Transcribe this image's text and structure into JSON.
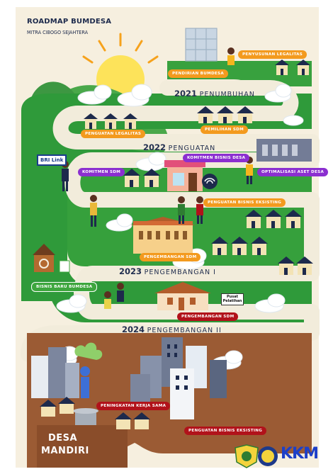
{
  "header": {
    "title": "ROADMAP BUMDESA",
    "subtitle": "MITRA CIBOGO SEJAHTERA"
  },
  "years": [
    {
      "year": "2021",
      "phase": "PENUMBUHAN"
    },
    {
      "year": "2022",
      "phase": "PENGUATAN"
    },
    {
      "year": "2023",
      "phase": "PENGEMBANGAN I"
    },
    {
      "year": "2024",
      "phase": "PENGEMBANGAN II"
    }
  ],
  "labels": {
    "penyusunan_legalitas": "PENYUSUNAN LEGALITAS",
    "pendirian_bumdesa": "PENDIRIAN BUMDESA",
    "penguatan_legalitas": "PENGUATAN LEGALITAS",
    "pemilihan_sdm": "PEMILIHAN SDM",
    "komitmen_bisnis_desa": "KOMITMEN BISNIS DESA",
    "optimalisasi_aset_desa": "OPTIMALISASI ASET DESA",
    "komitmen_sdm": "KOMITMEN SDM",
    "penguatan_bisnis_eksisting_1": "PENGUATAN BISNIS EKSISTING",
    "pengembangan_sdm_1": "PENGEMBANGAN SDM",
    "bisnis_baru_bumdesa": "BISNIS BARU BUMDESA",
    "pengembangan_sdm_2": "PENGEMBANGAN SDM",
    "peningkatan_kerja_sama": "PENINGKATAN KERJA SAMA",
    "penguatan_bisnis_eksisting_2": "PENGUATAN BISNIS EKSISTING"
  },
  "signs": {
    "bri": "BRI Link",
    "pusat_pelatihan_1": "Pusat",
    "pusat_pelatihan_2": "Pelatihan"
  },
  "desa": {
    "line1": "DESA",
    "line2": "MANDIRI"
  },
  "logo_text": "KKM",
  "colors": {
    "background": "#f6efdf",
    "green": "#2f9a3a",
    "road": "#f2ecdb",
    "soil": "#9b5b34",
    "orange": "#f39a1e",
    "purple": "#8b2fd0",
    "red": "#b1121a"
  }
}
